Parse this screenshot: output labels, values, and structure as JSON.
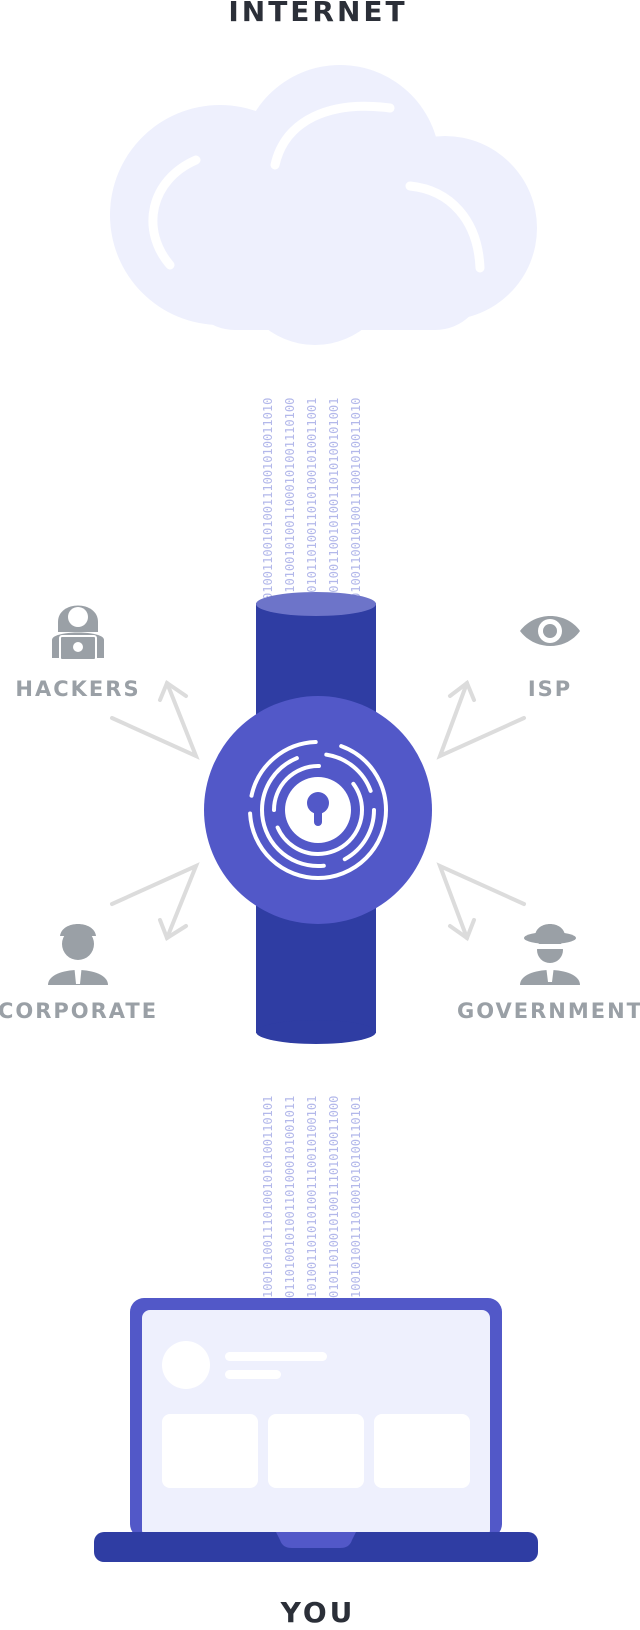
{
  "top_label": "INTERNET",
  "bottom_label": "YOU",
  "threats": {
    "hackers": "HACKERS",
    "isp": "ISP",
    "corporate": "CORPORATE",
    "government": "GOVERNMENT"
  },
  "binary": {
    "top_stream": [
      "0100110010100111001010011010",
      "1101001010011000101001110100",
      "0010110100110101001010011001",
      "1010011001010011010100101001"
    ],
    "bottom_stream": [
      "1001010011101001010100110101",
      "0110100101001101000101001011",
      "1010011010101001110010100101",
      "0101101001010011101010011000"
    ]
  },
  "colors": {
    "accent": "#5258c8",
    "dark_accent": "#2f3da3",
    "cloud": "#eef0fd",
    "threat_gray": "#9aa0a6",
    "arrow_gray": "#dcdcdc",
    "heading": "#2b2f38",
    "binary": "#b3b8ea"
  },
  "icons": {
    "cloud": "cloud-icon",
    "vpn": "keyhole-shield-icon",
    "hackers": "hacker-icon",
    "isp": "eye-icon",
    "corporate": "businessman-icon",
    "government": "spy-icon",
    "device": "laptop-icon"
  }
}
